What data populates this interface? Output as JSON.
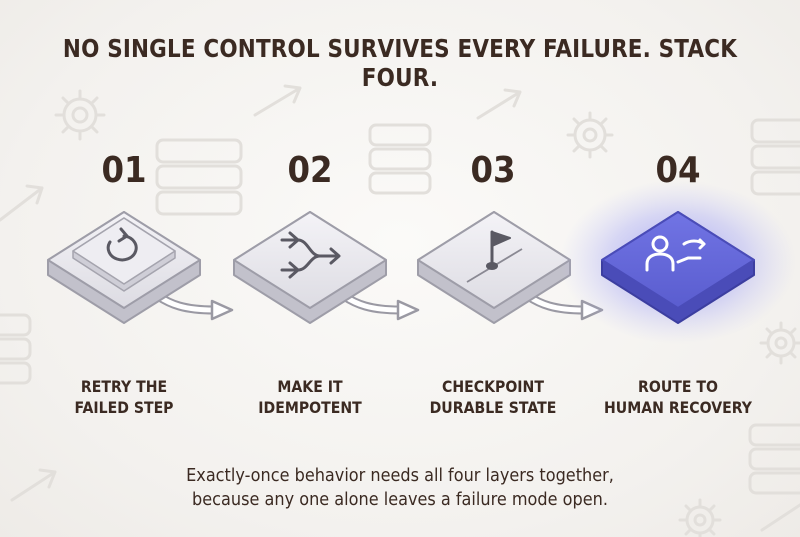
{
  "title": "NO SINGLE CONTROL SURVIVES EVERY FAILURE. STACK FOUR.",
  "steps": [
    {
      "number": "01",
      "line1": "RETRY THE",
      "line2": "FAILED STEP",
      "icon": "retry-arrow-icon"
    },
    {
      "number": "02",
      "line1": "MAKE IT",
      "line2": "IDEMPOTENT",
      "icon": "merge-arrows-icon"
    },
    {
      "number": "03",
      "line1": "CHECKPOINT",
      "line2": "DURABLE STATE",
      "icon": "flag-pin-icon"
    },
    {
      "number": "04",
      "line1": "ROUTE TO",
      "line2": "HUMAN RECOVERY",
      "icon": "person-handoff-icon",
      "highlighted": true
    }
  ],
  "caption": {
    "line1": "Exactly-once behavior needs all four layers together,",
    "line2": "because any one alone leaves a failure mode open."
  },
  "colors": {
    "text": "#3b2a22",
    "tile_face": "#e9e8ee",
    "tile_side": "#c7c6cf",
    "highlight_face": "#6366d6",
    "highlight_side": "#4a4cb8",
    "highlight_glow": "#8a8cf5",
    "background": "#f6f4f1"
  }
}
